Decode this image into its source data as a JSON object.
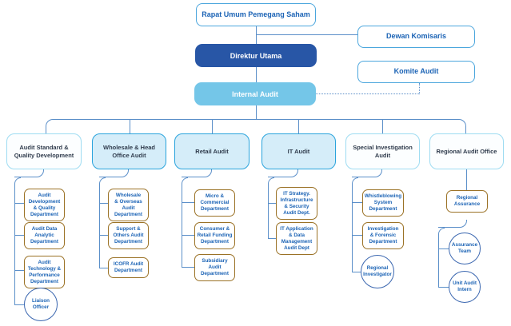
{
  "title_boxes": {
    "rapat_umum": "Rapat Umum Pemegang Saham",
    "dewan_komisaris": "Dewan Komisaris",
    "direktur_utama": "Direktur Utama",
    "komite_audit": "Komite Audit",
    "internal_audit": "Internal Audit"
  },
  "divisions": [
    {
      "label": "Audit Standard &\nQuality Development",
      "children": [
        "Audit\nDevelopment\n& Quality\nDepartment",
        "Audit Data\nAnalytic\nDepartment",
        "Audit\nTechnology &\nPerformance\nDepartment"
      ],
      "officers": [
        "Liaison\nOfficer"
      ]
    },
    {
      "label": "Wholesale & Head\nOffice Audit",
      "children": [
        "Wholesale\n& Overseas\nAudit\nDepartment",
        "Support &\nOthers Audit\nDepartment",
        "ICOFR Audit\nDepartment"
      ],
      "officers": []
    },
    {
      "label": "Retail Audit",
      "children": [
        "Micro &\nCommercial\nDepartment",
        "Consumer &\nRetail Funding\nDepartment",
        "Subsidiary\nAudit\nDepartment"
      ],
      "officers": []
    },
    {
      "label": "IT Audit",
      "children": [
        "IT Strategy.\nInfrastructure\n& Security\nAudit Dept.",
        "IT Application\n& Data\nManagement\nAudit Dept"
      ],
      "officers": []
    },
    {
      "label": "Special Investigation\nAudit",
      "children": [
        "Whistleblowing\nSystem\nDepartment",
        "Investigation\n& Forensic\nDepartment"
      ],
      "officers": [
        "Regional\nInvestigator"
      ]
    },
    {
      "label": "Regional Audit Office",
      "children": [
        "Regional\nAssurance"
      ],
      "officers": [
        "Assurance\nTeam",
        "Unit Audit\nIntern"
      ]
    }
  ],
  "colors": {
    "director_fill": "#2856a6",
    "internal_audit_fill": "#74c6e8",
    "division_fill": "#d5edf9",
    "division_border": "#29a3dc",
    "division_light_border": "#9edcf2",
    "department_border": "#9b7226",
    "officer_border": "#3b67b0",
    "connector_line": "#5b8fc9",
    "text_blue": "#1b63b5",
    "text_dark": "#2f3b4c"
  }
}
